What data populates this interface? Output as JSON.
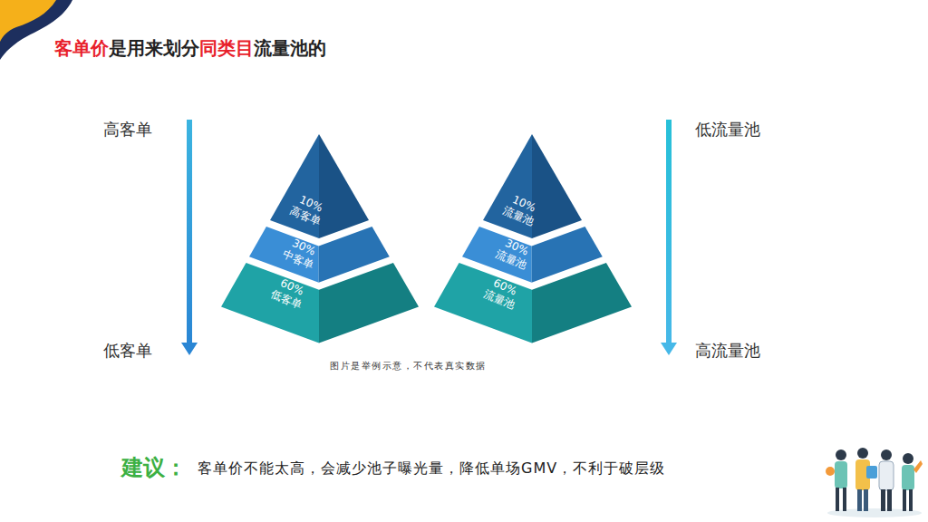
{
  "diagram": {
    "title": "客单价是用来划分同类目流量池的",
    "caption": "图片是举例示意，不代表真实数据",
    "nodes": [
      {
        "text": [
          "10%",
          "高客单"
        ]
      },
      {
        "text": [
          "30%",
          "中客单"
        ]
      },
      {
        "text": [
          "60%",
          "低客单"
        ]
      },
      {
        "text": [
          "10%",
          "流量池"
        ]
      },
      {
        "text": [
          "30%",
          "流量池"
        ]
      },
      {
        "text": [
          "60%",
          "流量池"
        ]
      }
    ],
    "labels": [
      "高客单",
      "低客单",
      "低流量池",
      "高流量池",
      "建议：",
      "客单价不能太高，会减少池子曝光量，降低单场GMV，不利于破层级"
    ]
  }
}
